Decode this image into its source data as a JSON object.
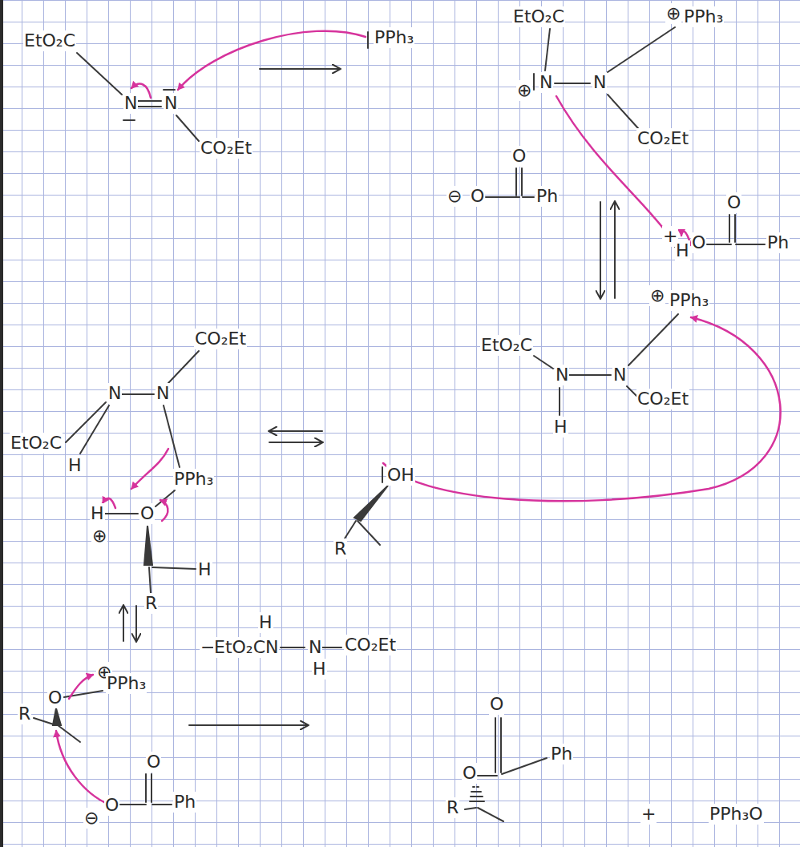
{
  "diagram": {
    "labels": [
      "EtO₂C",
      "N",
      "N",
      "CO₂Et",
      "PPh₃",
      "EtO₂C",
      "⊕",
      "N",
      "N",
      "⊕",
      "PPh₃",
      "CO₂Et",
      "⊖",
      "O",
      "O",
      "Ph",
      "+",
      "H",
      "O",
      "O",
      "Ph",
      "⊕",
      "PPh₃",
      "EtO₂C",
      "N",
      "N",
      "H",
      "CO₂Et",
      "OH",
      "R",
      "EtO₂C",
      "N",
      "N",
      "CO₂Et",
      "H",
      "PPh₃",
      "H",
      "⊕",
      "O",
      "R",
      "H",
      "−",
      "EtO₂CN",
      "H",
      "N",
      "H",
      "CO₂Et",
      "O",
      "⊕",
      "PPh₃",
      "R",
      "⊖",
      "O",
      "O",
      "Ph",
      "O",
      "O",
      "Ph",
      "R",
      "+",
      "PPh₃O"
    ]
  }
}
